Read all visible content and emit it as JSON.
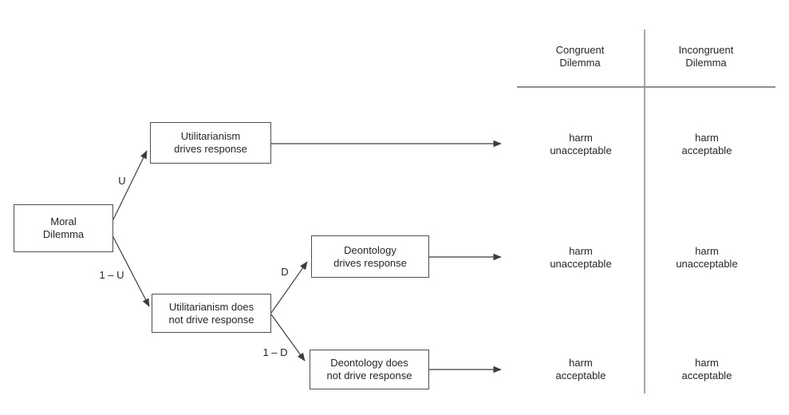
{
  "tree": {
    "root_label": "Moral\nDilemma",
    "nodes": {
      "util_drives": "Utilitarianism\ndrives response",
      "util_not": "Utilitarianism does\nnot drive response",
      "deont_drives": "Deontology\ndrives response",
      "deont_not": "Deontology does\nnot drive response"
    },
    "branch_labels": {
      "u": "U",
      "one_minus_u": "1 – U",
      "d": "D",
      "one_minus_d": "1 – D"
    }
  },
  "table": {
    "headers": {
      "congruent": "Congruent\nDilemma",
      "incongruent": "Incongruent\nDilemma"
    },
    "rows": [
      {
        "congruent": "harm\nunacceptable",
        "incongruent": "harm\nacceptable"
      },
      {
        "congruent": "harm\nunacceptable",
        "incongruent": "harm\nunacceptable"
      },
      {
        "congruent": "harm\nacceptable",
        "incongruent": "harm\nacceptable"
      }
    ]
  },
  "colors": {
    "background": "#ffffff",
    "node_border": "#4f4f4f",
    "node_fill": "#ffffff",
    "text": "#262626",
    "tree_line": "#3d3d3d",
    "table_line": "#8f8f8f"
  }
}
